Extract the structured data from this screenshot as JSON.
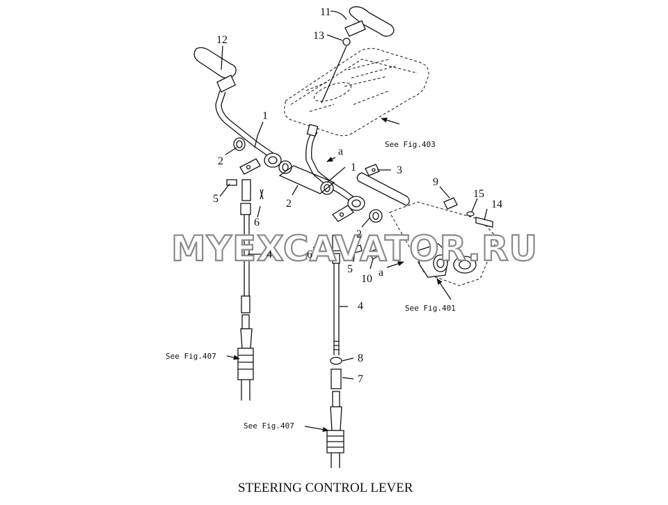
{
  "title": "STEERING CONTROL LEVER",
  "watermark": "MYEXCAVATOR.RU",
  "callouts": {
    "c11": "11",
    "c13": "13",
    "c12": "12",
    "c1a": "1",
    "c2a": "2",
    "c1b": "1",
    "c3": "3",
    "c9": "9",
    "c15": "15",
    "c14": "14",
    "c5a": "5",
    "c6a": "6",
    "c2b": "2",
    "c4a": "4",
    "c2c": "2",
    "c6b": "6",
    "c5b": "5",
    "c10": "10",
    "c4b": "4",
    "c8": "8",
    "c7": "7"
  },
  "view_marks": {
    "a1": "a",
    "a2": "a"
  },
  "refs": {
    "fig403": "See Fig.403",
    "fig401": "See Fig.401",
    "fig407_left": "See Fig.407",
    "fig407_bottom": "See Fig.407"
  }
}
